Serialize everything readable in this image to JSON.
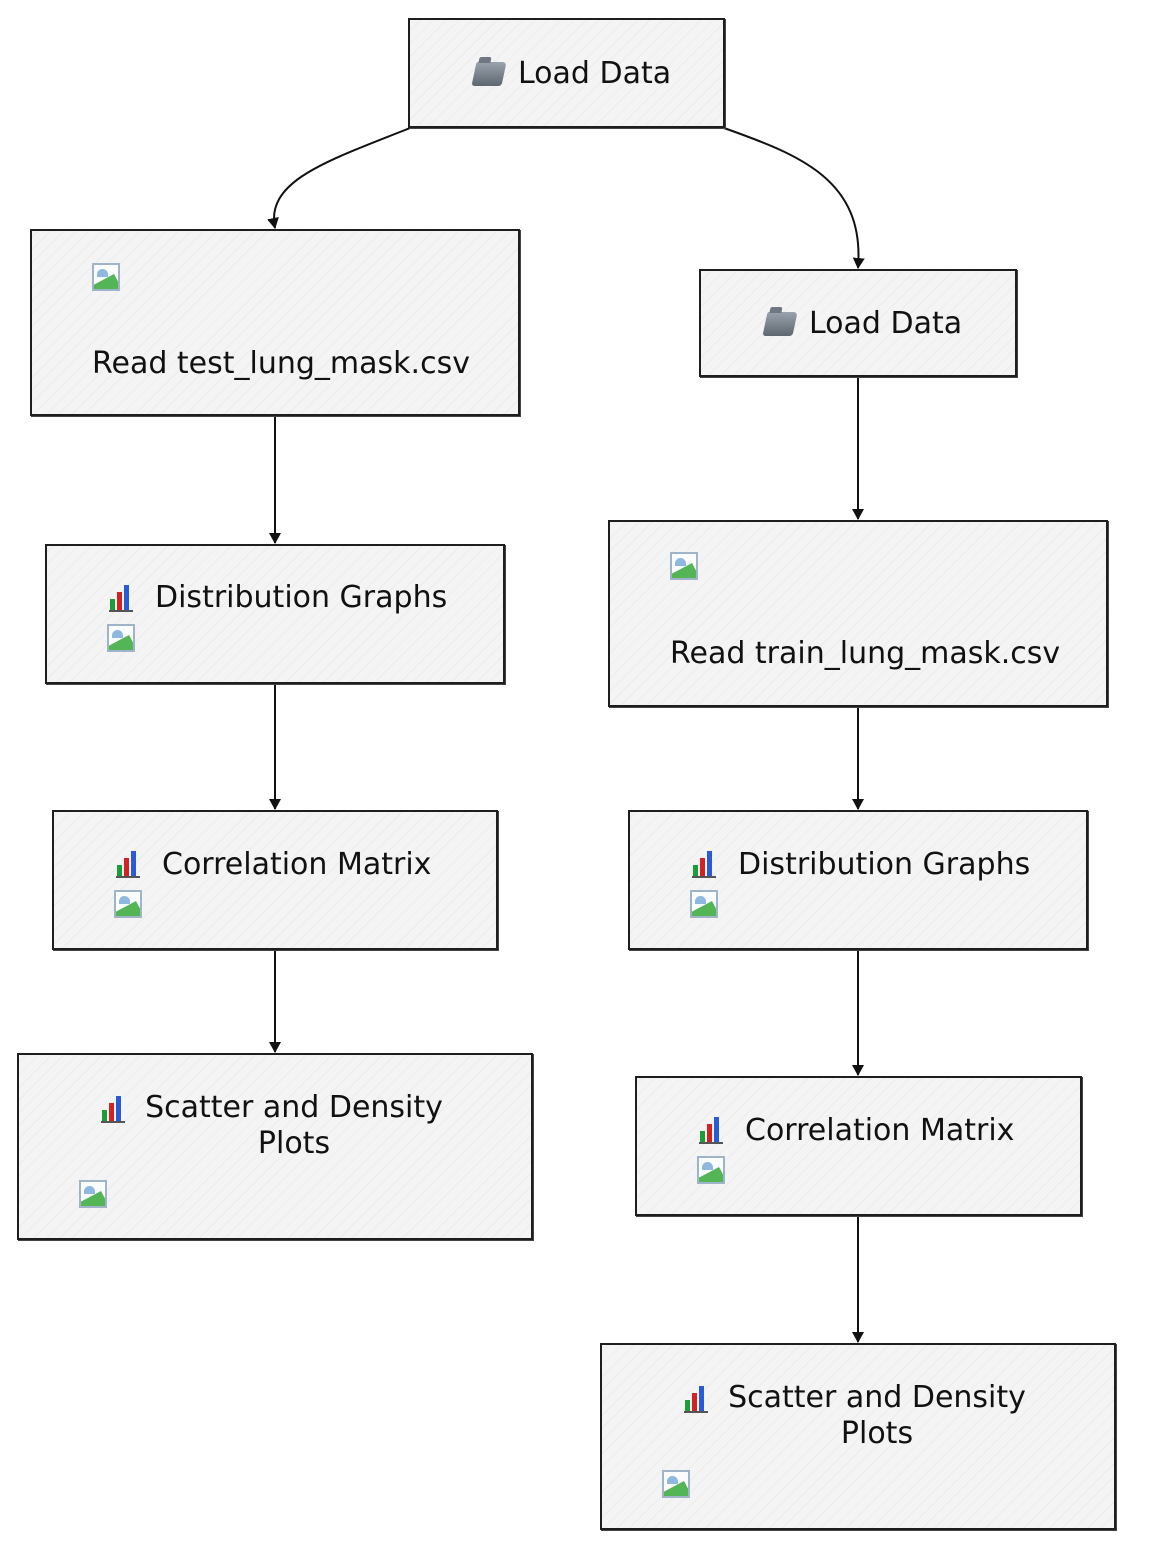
{
  "diagram": {
    "left_branch": {
      "load": "Load Data",
      "read": "Read test_lung_mask.csv",
      "dist": "Distribution Graphs",
      "corr": "Correlation Matrix",
      "scatter": "Scatter and Density Plots"
    },
    "right_branch": {
      "load": "Load Data",
      "read": "Read train_lung_mask.csv",
      "dist": "Distribution Graphs",
      "corr": "Correlation Matrix",
      "scatter": "Scatter and Density Plots"
    }
  },
  "icons": {
    "folder": "folder-icon",
    "chart": "bar-chart-icon",
    "image": "broken-image-icon"
  },
  "colors": {
    "stroke": "#1e1e1e",
    "fill": "#f4f4f4"
  }
}
